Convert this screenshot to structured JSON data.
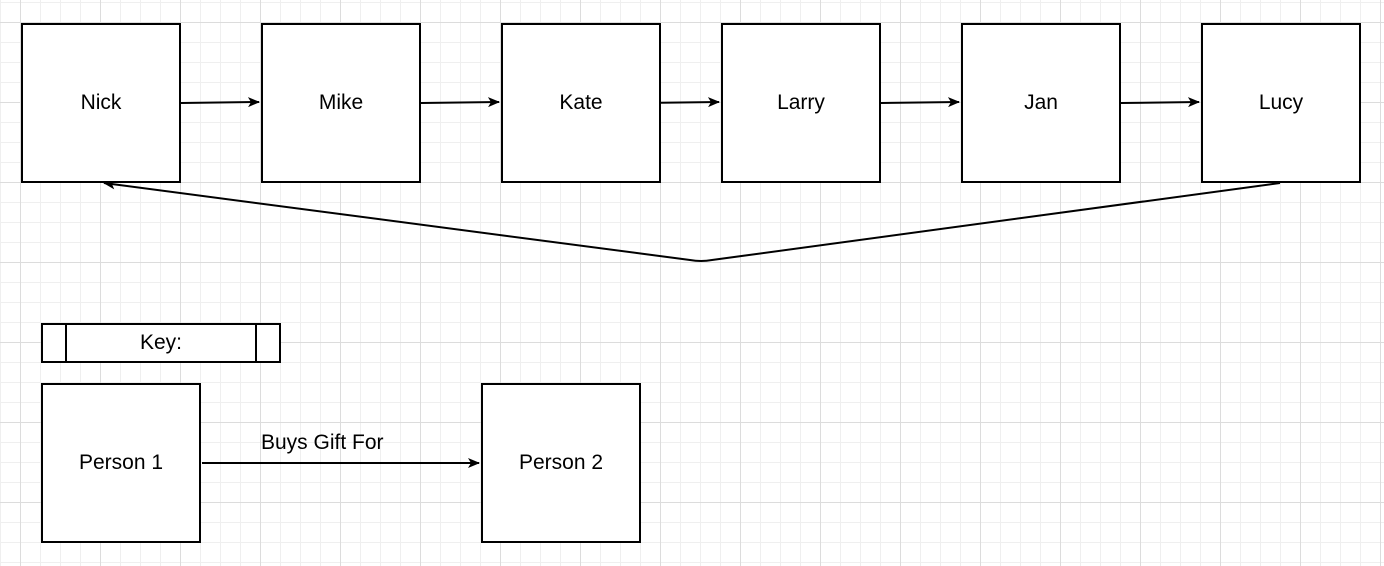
{
  "diagram": {
    "nodes": [
      {
        "id": "nick",
        "label": "Nick"
      },
      {
        "id": "mike",
        "label": "Mike"
      },
      {
        "id": "kate",
        "label": "Kate"
      },
      {
        "id": "larry",
        "label": "Larry"
      },
      {
        "id": "jan",
        "label": "Jan"
      },
      {
        "id": "lucy",
        "label": "Lucy"
      }
    ],
    "edges": [
      {
        "from": "nick",
        "to": "mike"
      },
      {
        "from": "mike",
        "to": "kate"
      },
      {
        "from": "kate",
        "to": "larry"
      },
      {
        "from": "larry",
        "to": "jan"
      },
      {
        "from": "jan",
        "to": "lucy"
      },
      {
        "from": "lucy",
        "to": "nick"
      }
    ]
  },
  "key": {
    "title": "Key:",
    "example": {
      "from_label": "Person 1",
      "to_label": "Person 2",
      "edge_label": "Buys Gift For"
    }
  },
  "colors": {
    "stroke": "#000000",
    "node_fill": "#ffffff",
    "grid_major": "#dcdcdc",
    "grid_minor": "#efefef"
  }
}
